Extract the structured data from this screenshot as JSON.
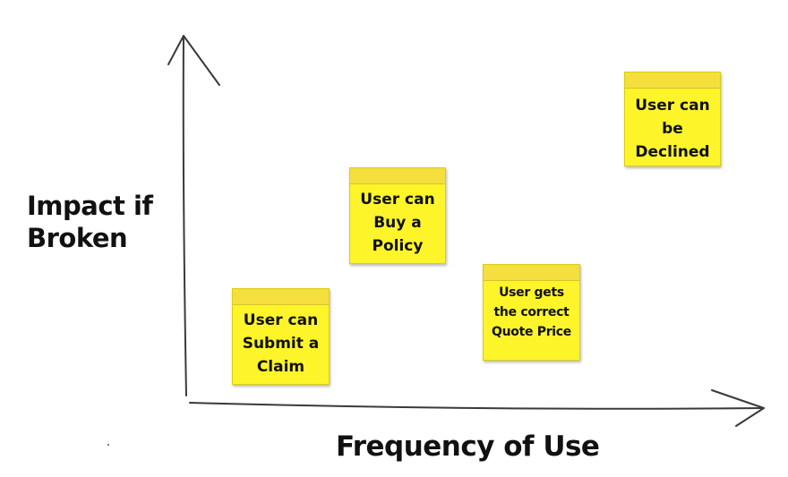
{
  "axes": {
    "y_label_lines": [
      "Impact if",
      "Broken"
    ],
    "x_label": "Frequency of Use"
  },
  "notes": [
    {
      "id": "claim",
      "lines": [
        "User can",
        "Submit a",
        "Claim"
      ]
    },
    {
      "id": "buy",
      "lines": [
        "User can",
        "Buy a",
        "Policy"
      ]
    },
    {
      "id": "quote",
      "lines": [
        "User gets",
        "the correct",
        "Quote Price"
      ]
    },
    {
      "id": "declined",
      "lines": [
        "User can",
        "be",
        "Declined"
      ]
    }
  ],
  "colors": {
    "note": "#fdf52a",
    "note_strip": "#f4df3e",
    "ink": "#111111"
  }
}
